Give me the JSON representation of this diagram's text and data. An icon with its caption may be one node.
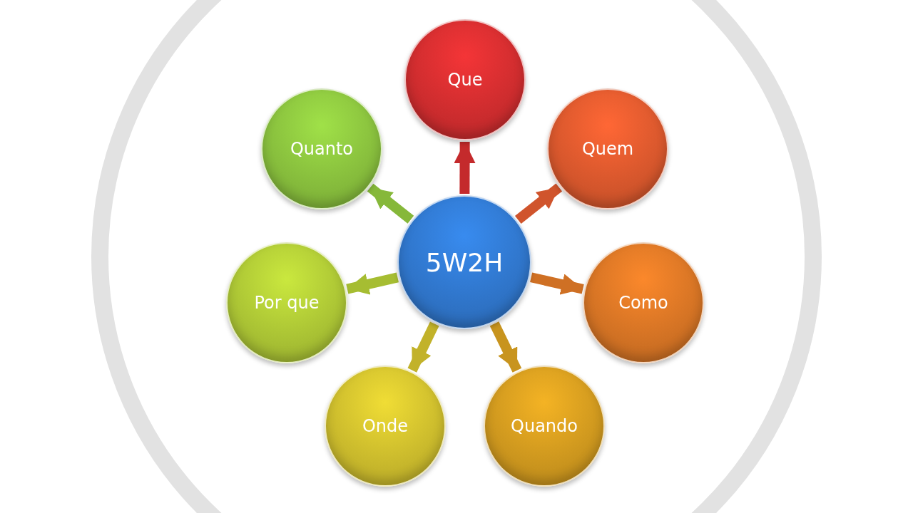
{
  "diagram": {
    "nodes": [
      {
        "text": [
          "5W2H"
        ]
      },
      {
        "text": [
          "Que"
        ]
      },
      {
        "text": [
          "Quem"
        ]
      },
      {
        "text": [
          "Como"
        ]
      },
      {
        "text": [
          "Quando"
        ]
      },
      {
        "text": [
          "Onde"
        ]
      },
      {
        "text": [
          "Por que"
        ]
      },
      {
        "text": [
          "Quanto"
        ]
      }
    ],
    "edges": [
      {
        "from": 0,
        "to": 1,
        "arrow": "to",
        "color": "#c42a2c"
      },
      {
        "from": 0,
        "to": 2,
        "arrow": "to",
        "color": "#d0542c"
      },
      {
        "from": 0,
        "to": 3,
        "arrow": "to",
        "color": "#cf7024"
      },
      {
        "from": 0,
        "to": 4,
        "arrow": "to",
        "color": "#c8941e"
      },
      {
        "from": 0,
        "to": 5,
        "arrow": "to",
        "color": "#c2b22a"
      },
      {
        "from": 0,
        "to": 6,
        "arrow": "to",
        "color": "#a6bd32"
      },
      {
        "from": 0,
        "to": 7,
        "arrow": "to",
        "color": "#86b83a"
      }
    ]
  }
}
